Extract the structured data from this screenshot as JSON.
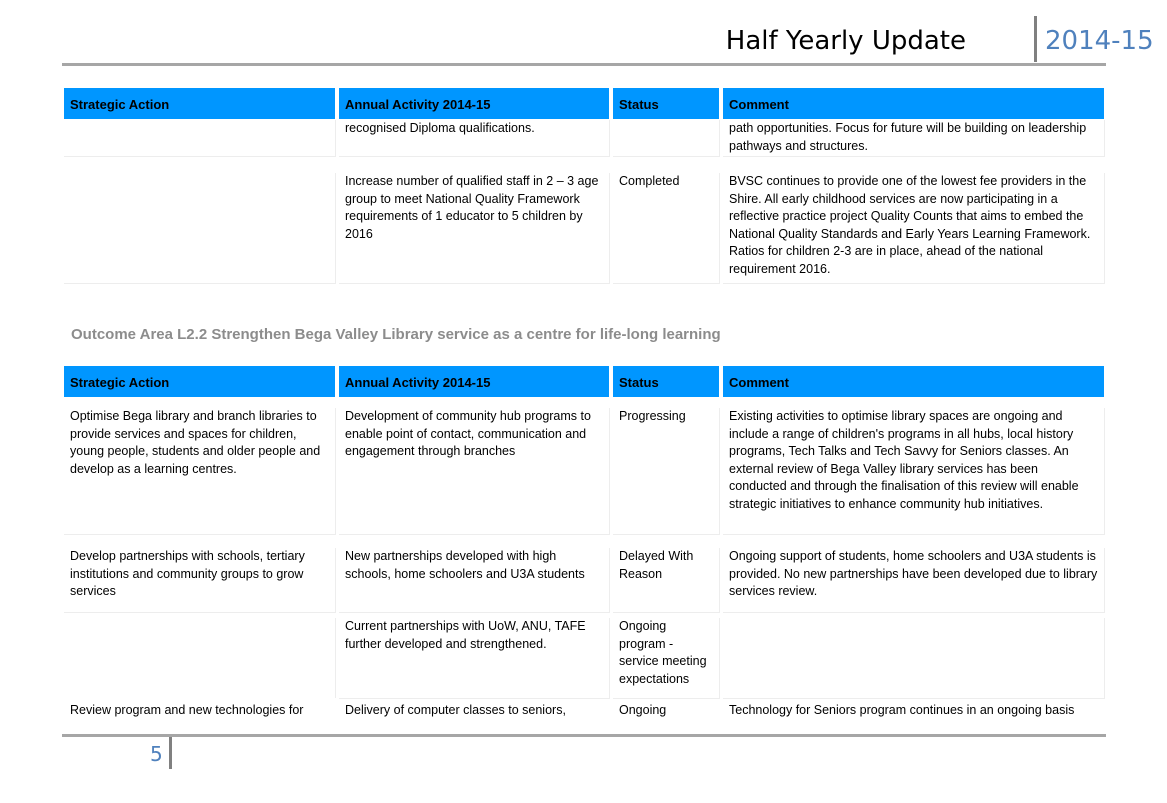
{
  "header": {
    "title": "Half Yearly Update",
    "year": "2014-15"
  },
  "table1": {
    "headers": [
      "Strategic Action",
      "Annual Activity 2014-15",
      "Status",
      "Comment"
    ],
    "rows": [
      {
        "action": "",
        "activity": "recognised Diploma qualifications.",
        "status": "",
        "comment": "path opportunities. Focus for future will be building on leadership pathways and structures."
      },
      {
        "action": "",
        "activity": "Increase number of qualified staff in 2 – 3 age group to meet National Quality Framework requirements of 1 educator to 5 children by 2016",
        "status": "Completed",
        "comment": "BVSC continues to provide one of the lowest fee providers in the Shire.  All early childhood services are now participating in a reflective practice project Quality Counts that aims to embed the National Quality Standards and Early Years Learning Framework.  Ratios for children 2-3 are in place, ahead of the national requirement 2016."
      }
    ]
  },
  "outcome": {
    "title": "Outcome Area L2.2 Strengthen Bega Valley Library service as a centre for life-long learning"
  },
  "table2": {
    "headers": [
      "Strategic Action",
      "Annual Activity 2014-15",
      "Status",
      "Comment"
    ],
    "rows": [
      {
        "action": "Optimise Bega library and branch libraries to  provide services and spaces for children, young people, students and older people and develop as a learning centres.",
        "activity": "Development of community hub programs to enable point of contact, communication and engagement through branches",
        "status": "Progressing",
        "comment": "Existing activities to optimise library spaces are ongoing and include a range of children's programs in all hubs, local history programs, Tech Talks and Tech Savvy for Seniors classes. An external review of Bega Valley library services has been conducted and through the finalisation of this review will enable strategic initiatives to enhance community hub initiatives."
      },
      {
        "action": "Develop partnerships with schools, tertiary institutions and community groups to grow services",
        "activity": "New partnerships developed with high schools, home schoolers and U3A students",
        "status": "Delayed With Reason",
        "comment": "Ongoing support of students, home schoolers and U3A students is provided.  No new partnerships have been developed due to library services review."
      },
      {
        "action": "",
        "activity": "Current partnerships with UoW, ANU, TAFE further developed and strengthened.",
        "status": "Ongoing program - service meeting expectations",
        "comment": ""
      },
      {
        "action": "Review program and new technologies for",
        "activity": "Delivery of computer classes to seniors,",
        "status": "Ongoing",
        "comment": "Technology for Seniors program continues in an ongoing basis"
      }
    ]
  },
  "footer": {
    "page_number": "5"
  }
}
